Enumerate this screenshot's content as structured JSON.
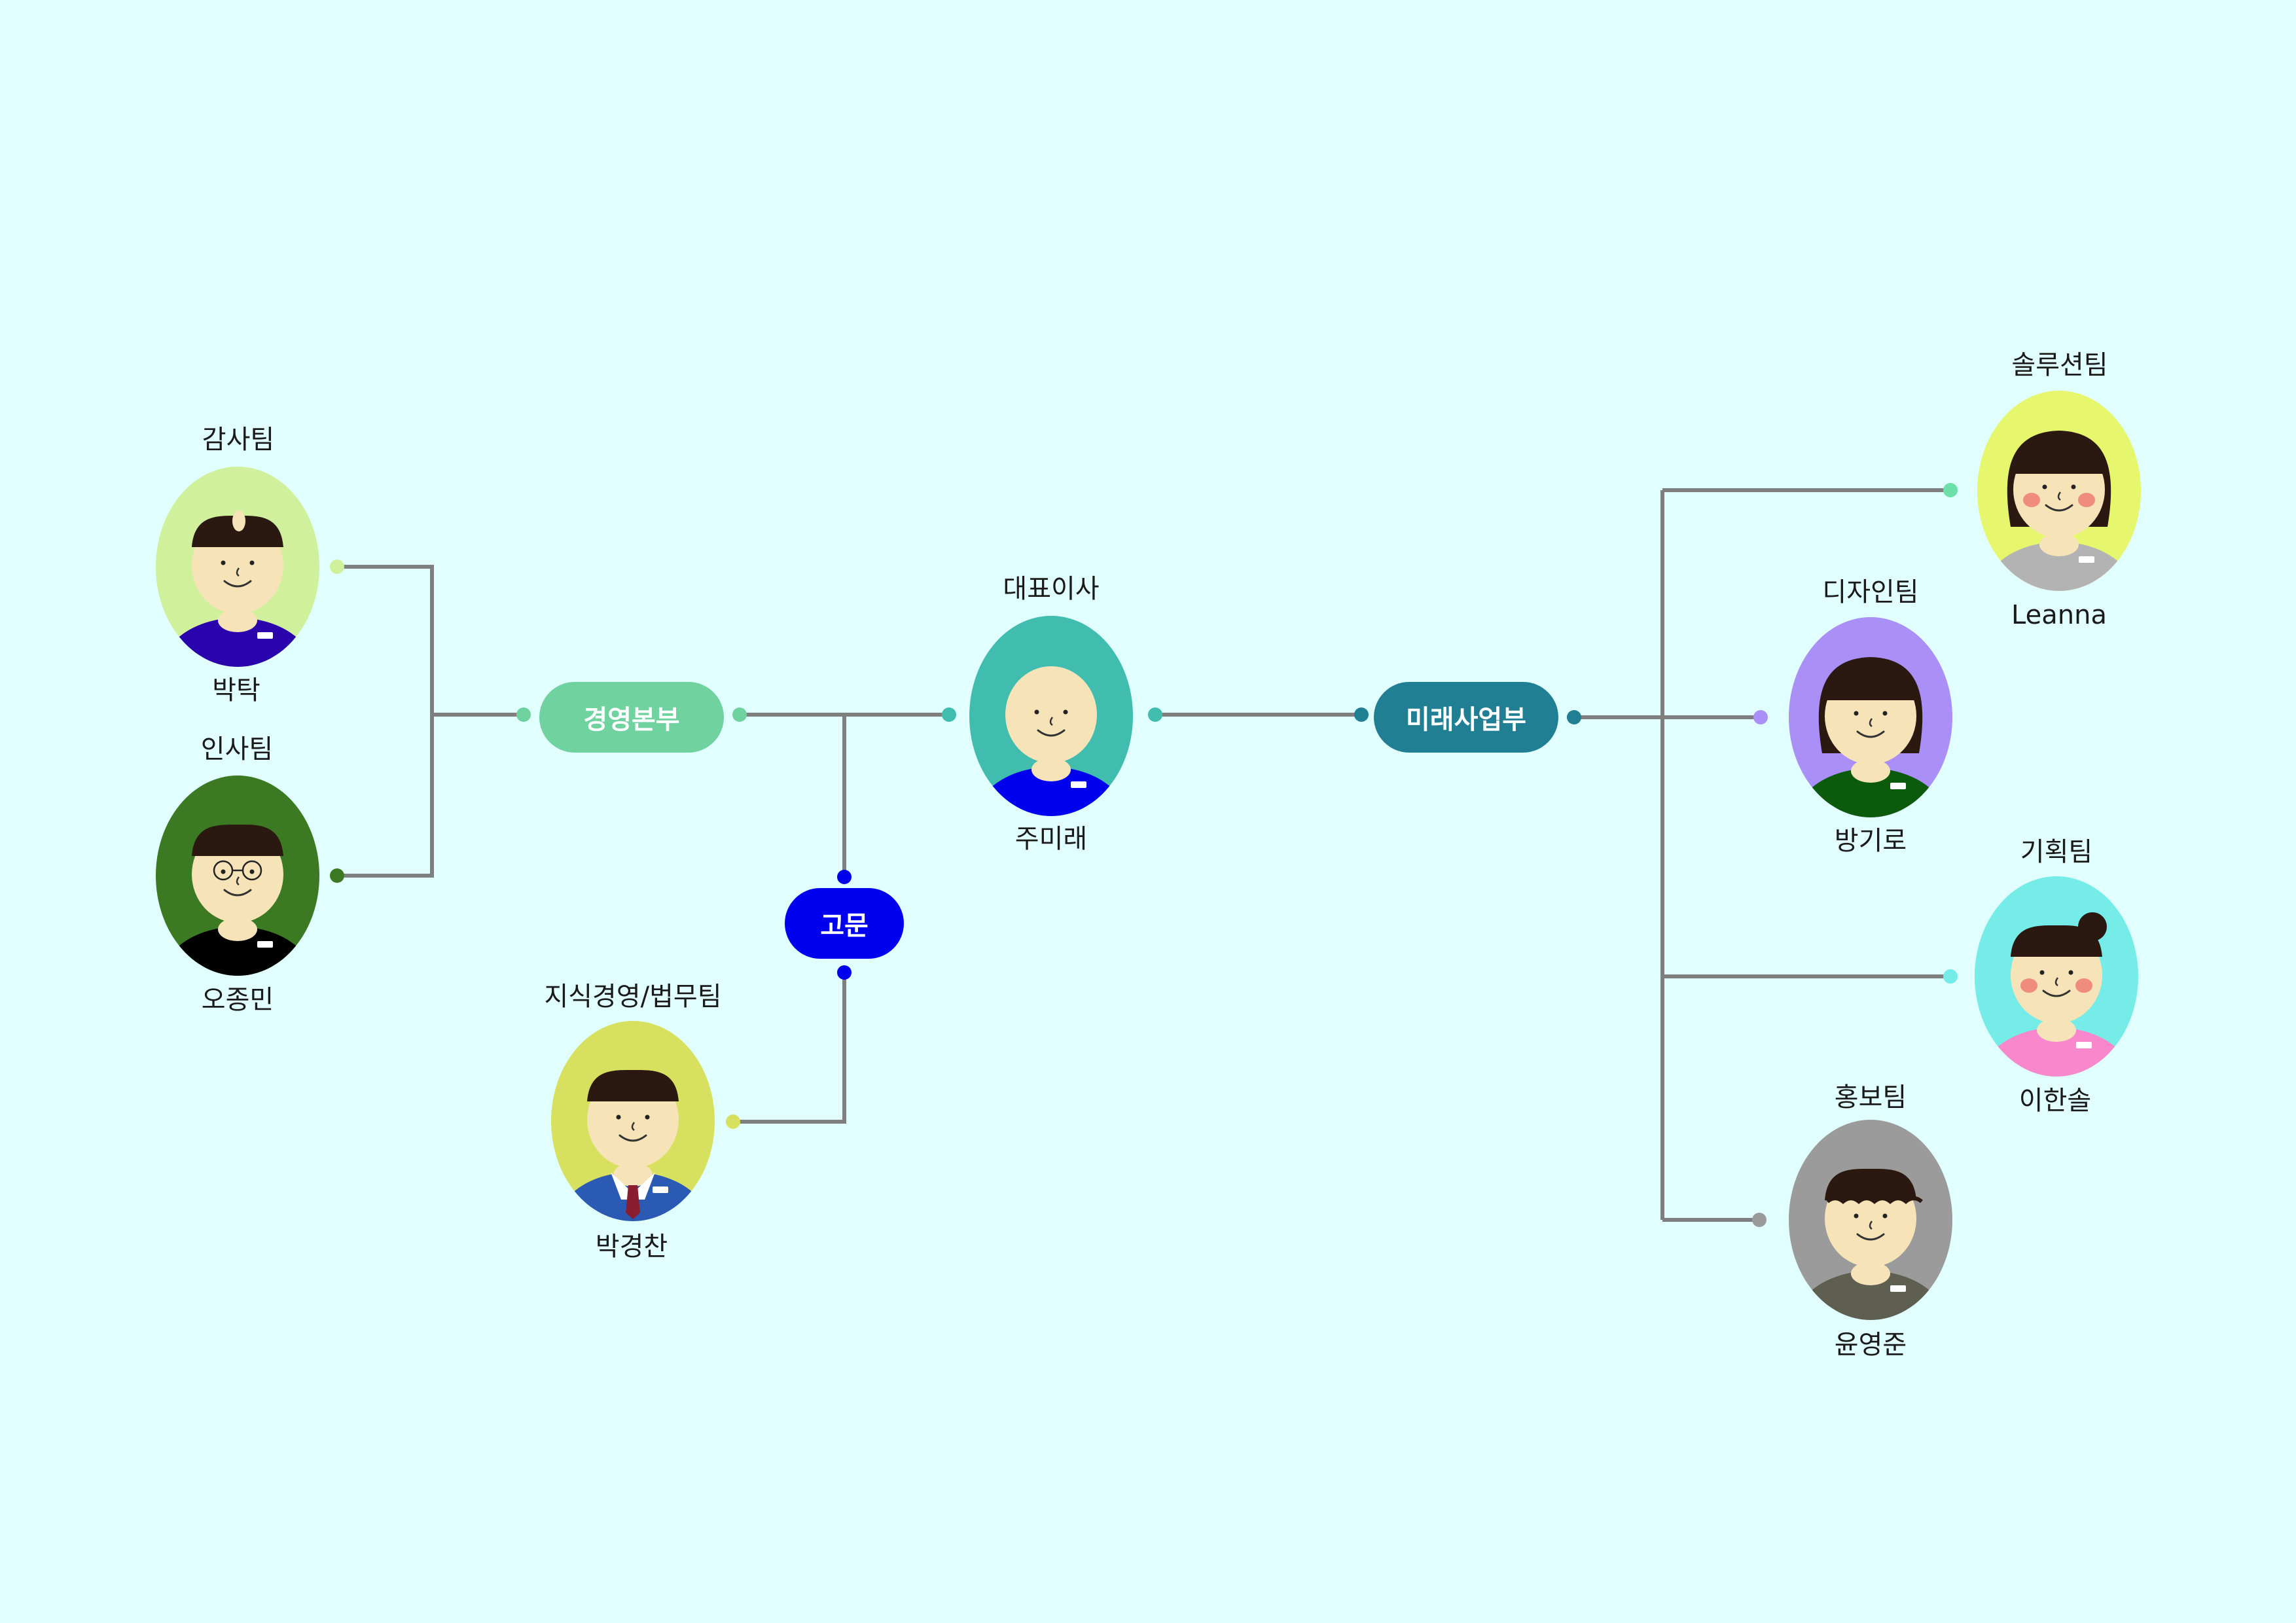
{
  "colors": {
    "background": "#e1fffe",
    "line": "#7f7f7f",
    "skin": "#f6e4b8",
    "hair": "#2b1810"
  },
  "departments": {
    "management": {
      "label": "경영본부",
      "color": "#6fd29f"
    },
    "advisor": {
      "label": "고문",
      "color": "#0000ee"
    },
    "future": {
      "label": "미래사업부",
      "color": "#207f93"
    }
  },
  "people": {
    "ceo": {
      "team": "대표이사",
      "name": "주미래",
      "bg": "#41bdb0",
      "shirt": "#0000ee"
    },
    "audit": {
      "team": "감사팀",
      "name": "박탁",
      "bg": "#d0f09c",
      "shirt": "#2a03ad"
    },
    "hr": {
      "team": "인사팀",
      "name": "오종민",
      "bg": "#3b7a23",
      "shirt": "#000000"
    },
    "knowledge": {
      "team": "지식경영/법무팀",
      "name": "박경찬",
      "bg": "#d8e05f",
      "shirt": "#2a5ab4"
    },
    "solution": {
      "team": "솔루션팀",
      "name": "Leanna",
      "bg": "#e6f66d",
      "shirt": "#b3b3b3"
    },
    "design": {
      "team": "디자인팀",
      "name": "방기로",
      "bg": "#a98ff6",
      "shirt": "#0c5a0b"
    },
    "planning": {
      "team": "기획팀",
      "name": "이한솔",
      "bg": "#76ece9",
      "shirt": "#f987cc"
    },
    "pr": {
      "team": "홍보팀",
      "name": "윤영준",
      "bg": "#9b9b9b",
      "shirt": "#5e5f50"
    }
  }
}
